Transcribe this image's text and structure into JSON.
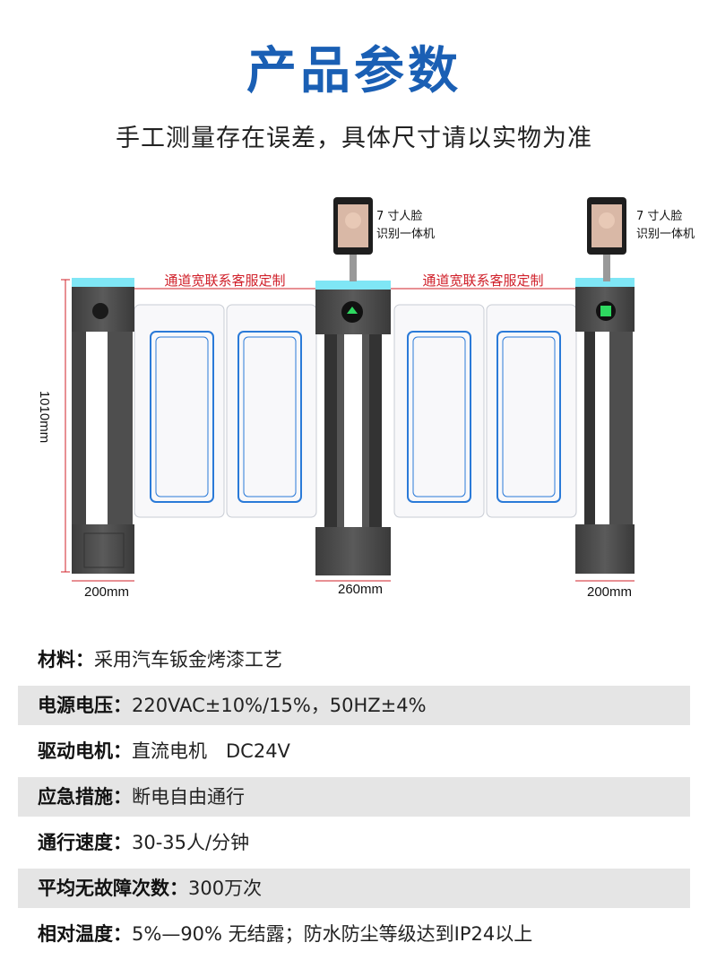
{
  "page": {
    "title": "产品参数",
    "subtitle": "手工测量存在误差，具体尺寸请以实物为准"
  },
  "diagram": {
    "height_label": "1010mm",
    "left_width": "200mm",
    "middle_width": "260mm",
    "right_width": "200mm",
    "channel_note_1": "通道宽联系客服定制",
    "channel_note_2": "通道宽联系客服定制",
    "face_device_1": {
      "line1": "7 寸人脸",
      "line2": "识别一体机"
    },
    "face_device_2": {
      "line1": "7 寸人脸",
      "line2": "识别一体机"
    },
    "colors": {
      "dimension_red": "#d0202a",
      "cabinet": "#4a4a4a",
      "led": "#7fe6f5",
      "title_blue": "#1a5fb4"
    }
  },
  "specs": [
    {
      "key": "材料：",
      "value": "采用汽车钣金烤漆工艺"
    },
    {
      "key": "电源电压：",
      "value": "220VAC±10%/15%，50HZ±4%"
    },
    {
      "key": "驱动电机：",
      "value": "直流电机　DC24V"
    },
    {
      "key": "应急措施：",
      "value": "断电自由通行"
    },
    {
      "key": "通行速度：",
      "value": "30-35人/分钟"
    },
    {
      "key": "平均无故障次数：",
      "value": "300万次"
    },
    {
      "key": "相对温度：",
      "value": "5%—90% 无结露；防水防尘等级达到IP24以上"
    }
  ]
}
